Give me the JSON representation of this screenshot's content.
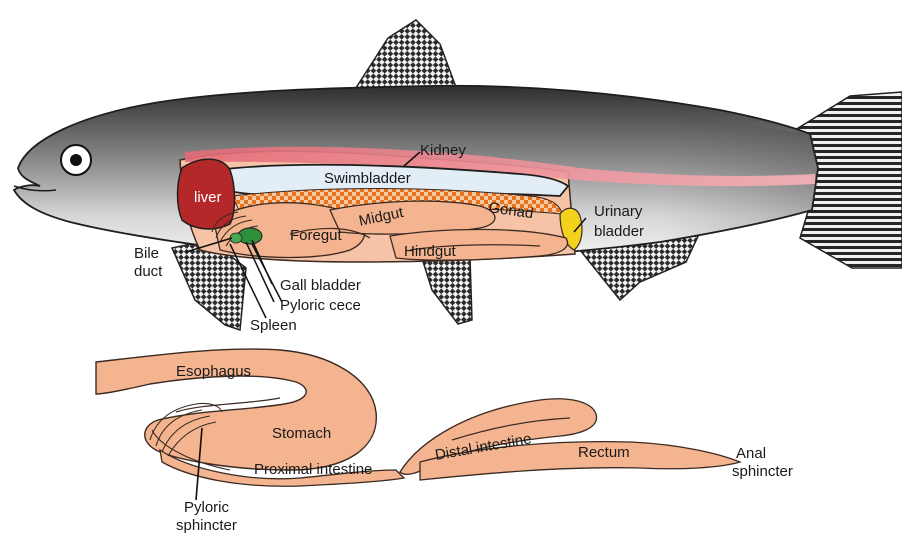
{
  "labels": {
    "kidney": "Kidney",
    "swimbladder": "Swimbladder",
    "liver": "liver",
    "gonad": "Gonad",
    "urinary_bladder_1": "Urinary",
    "urinary_bladder_2": "bladder",
    "foregut": "Foregut",
    "midgut": "Midgut",
    "hindgut": "Hindgut",
    "bile_duct_1": "Bile",
    "bile_duct_2": "duct",
    "gall_bladder": "Gall bladder",
    "pyloric_cece": "Pyloric cece",
    "spleen": "Spleen",
    "esophagus": "Esophagus",
    "stomach": "Stomach",
    "proximal_intestine": "Proximal intestine",
    "distal_intestine": "Distal intestine",
    "rectum": "Rectum",
    "anal_sphincter_1": "Anal",
    "anal_sphincter_2": "sphincter",
    "pyloric_sphincter_1": "Pyloric",
    "pyloric_sphincter_2": "sphincter"
  },
  "colors": {
    "body_dark": "#3a3a3a",
    "body_mid": "#9a9a9a",
    "body_light": "#eeeeee",
    "liver": "#b4282a",
    "gut": "#f4b48f",
    "gut_outline": "#3b2a22",
    "swimbladder": "#e3edf5",
    "kidney_band": "#e98a93",
    "gonad": "#e8731f",
    "urinary_bladder": "#f2d21d",
    "gall_bladder": "#2f8f3a",
    "fin_dark": "#2b2b2b"
  }
}
